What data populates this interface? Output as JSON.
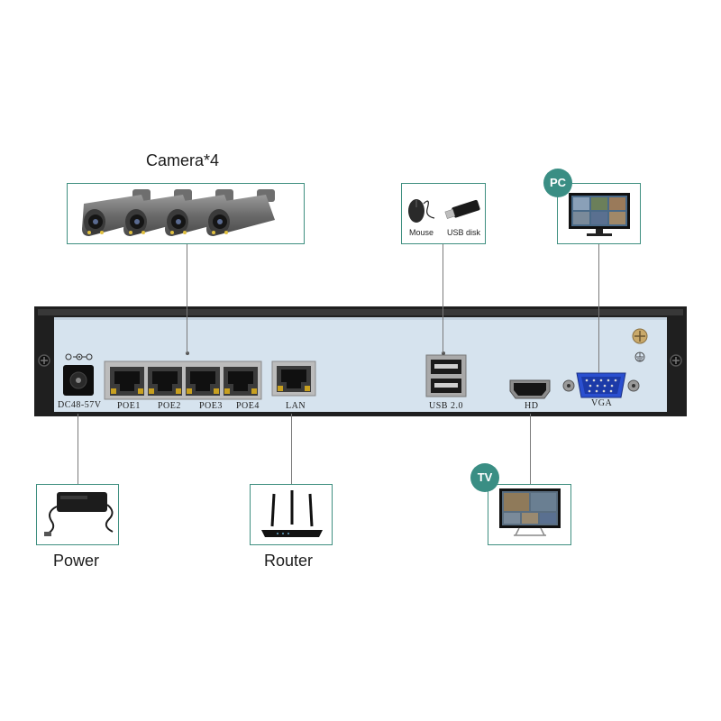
{
  "labels": {
    "camera": "Camera*4",
    "power": "Power",
    "router": "Router",
    "mouse": "Mouse",
    "usb_disk": "USB disk",
    "pc_badge": "PC",
    "tv_badge": "TV"
  },
  "ports": {
    "dc": "DC48-57V",
    "poe1": "POE1",
    "poe2": "POE2",
    "poe3": "POE3",
    "poe4": "POE4",
    "lan": "LAN",
    "usb": "USB 2.0",
    "hd": "HD",
    "vga": "VGA"
  },
  "colors": {
    "accent": "#3a8e84",
    "box_border": "#3f8f80",
    "panel": "#d8e5ef",
    "chassis": "#1e1e1e"
  }
}
